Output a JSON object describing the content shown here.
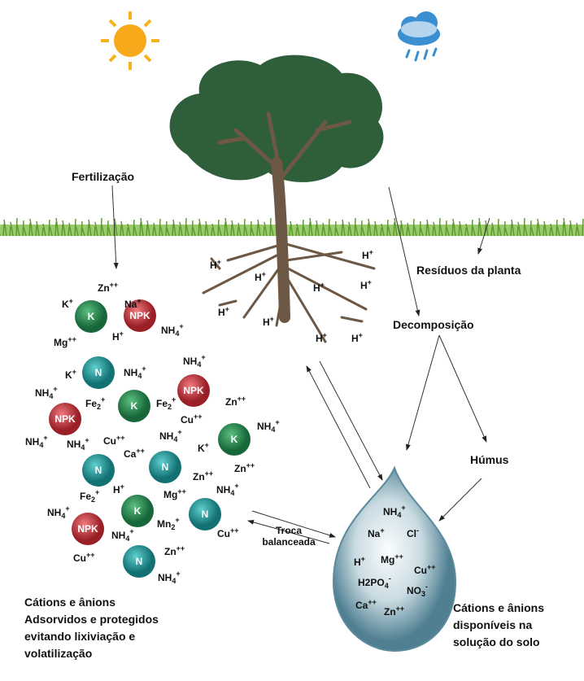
{
  "labels": {
    "fertilizacao": "Fertilização",
    "residuos": "Resíduos da planta",
    "decomposicao": "Decomposição",
    "humus": "Húmus",
    "troca_1": "Troca",
    "troca_2": "balanceada",
    "left_1": "Cátions e ânions",
    "left_2": "Adsorvidos e protegidos",
    "left_3": "evitando lixiviação e",
    "left_4": "volatilização",
    "right_1": "Cátions e ânions",
    "right_2": "disponíveis na",
    "right_3": "solução do solo"
  },
  "balls": {
    "k": "K",
    "n": "N",
    "npk": "NPK"
  },
  "colors": {
    "k": "#2a8a4e",
    "n": "#1e9a9a",
    "npk": "#c9383e",
    "tree": "#2f5e3b",
    "trunk": "#6d5745",
    "grass": "#7fb84d",
    "drop": "#6a9aab"
  },
  "ions": {
    "nh4": [
      "NH",
      "4",
      "+"
    ],
    "k": [
      "K",
      "",
      "+"
    ],
    "na": [
      "Na",
      "",
      "+"
    ],
    "h": [
      "H",
      "",
      "+"
    ],
    "mg": [
      "Mg",
      "",
      "++"
    ],
    "zn": [
      "Zn",
      "",
      "++"
    ],
    "cu": [
      "Cu",
      "",
      "++"
    ],
    "ca": [
      "Ca",
      "",
      "++"
    ],
    "fe": [
      "Fe",
      "2",
      "+"
    ],
    "mn": [
      "Mn",
      "2",
      "+"
    ],
    "cl": [
      "Cl",
      "",
      "-"
    ],
    "h2po4": [
      "H2PO",
      "4",
      "-"
    ],
    "no3": [
      "NO",
      "3",
      "-"
    ]
  }
}
